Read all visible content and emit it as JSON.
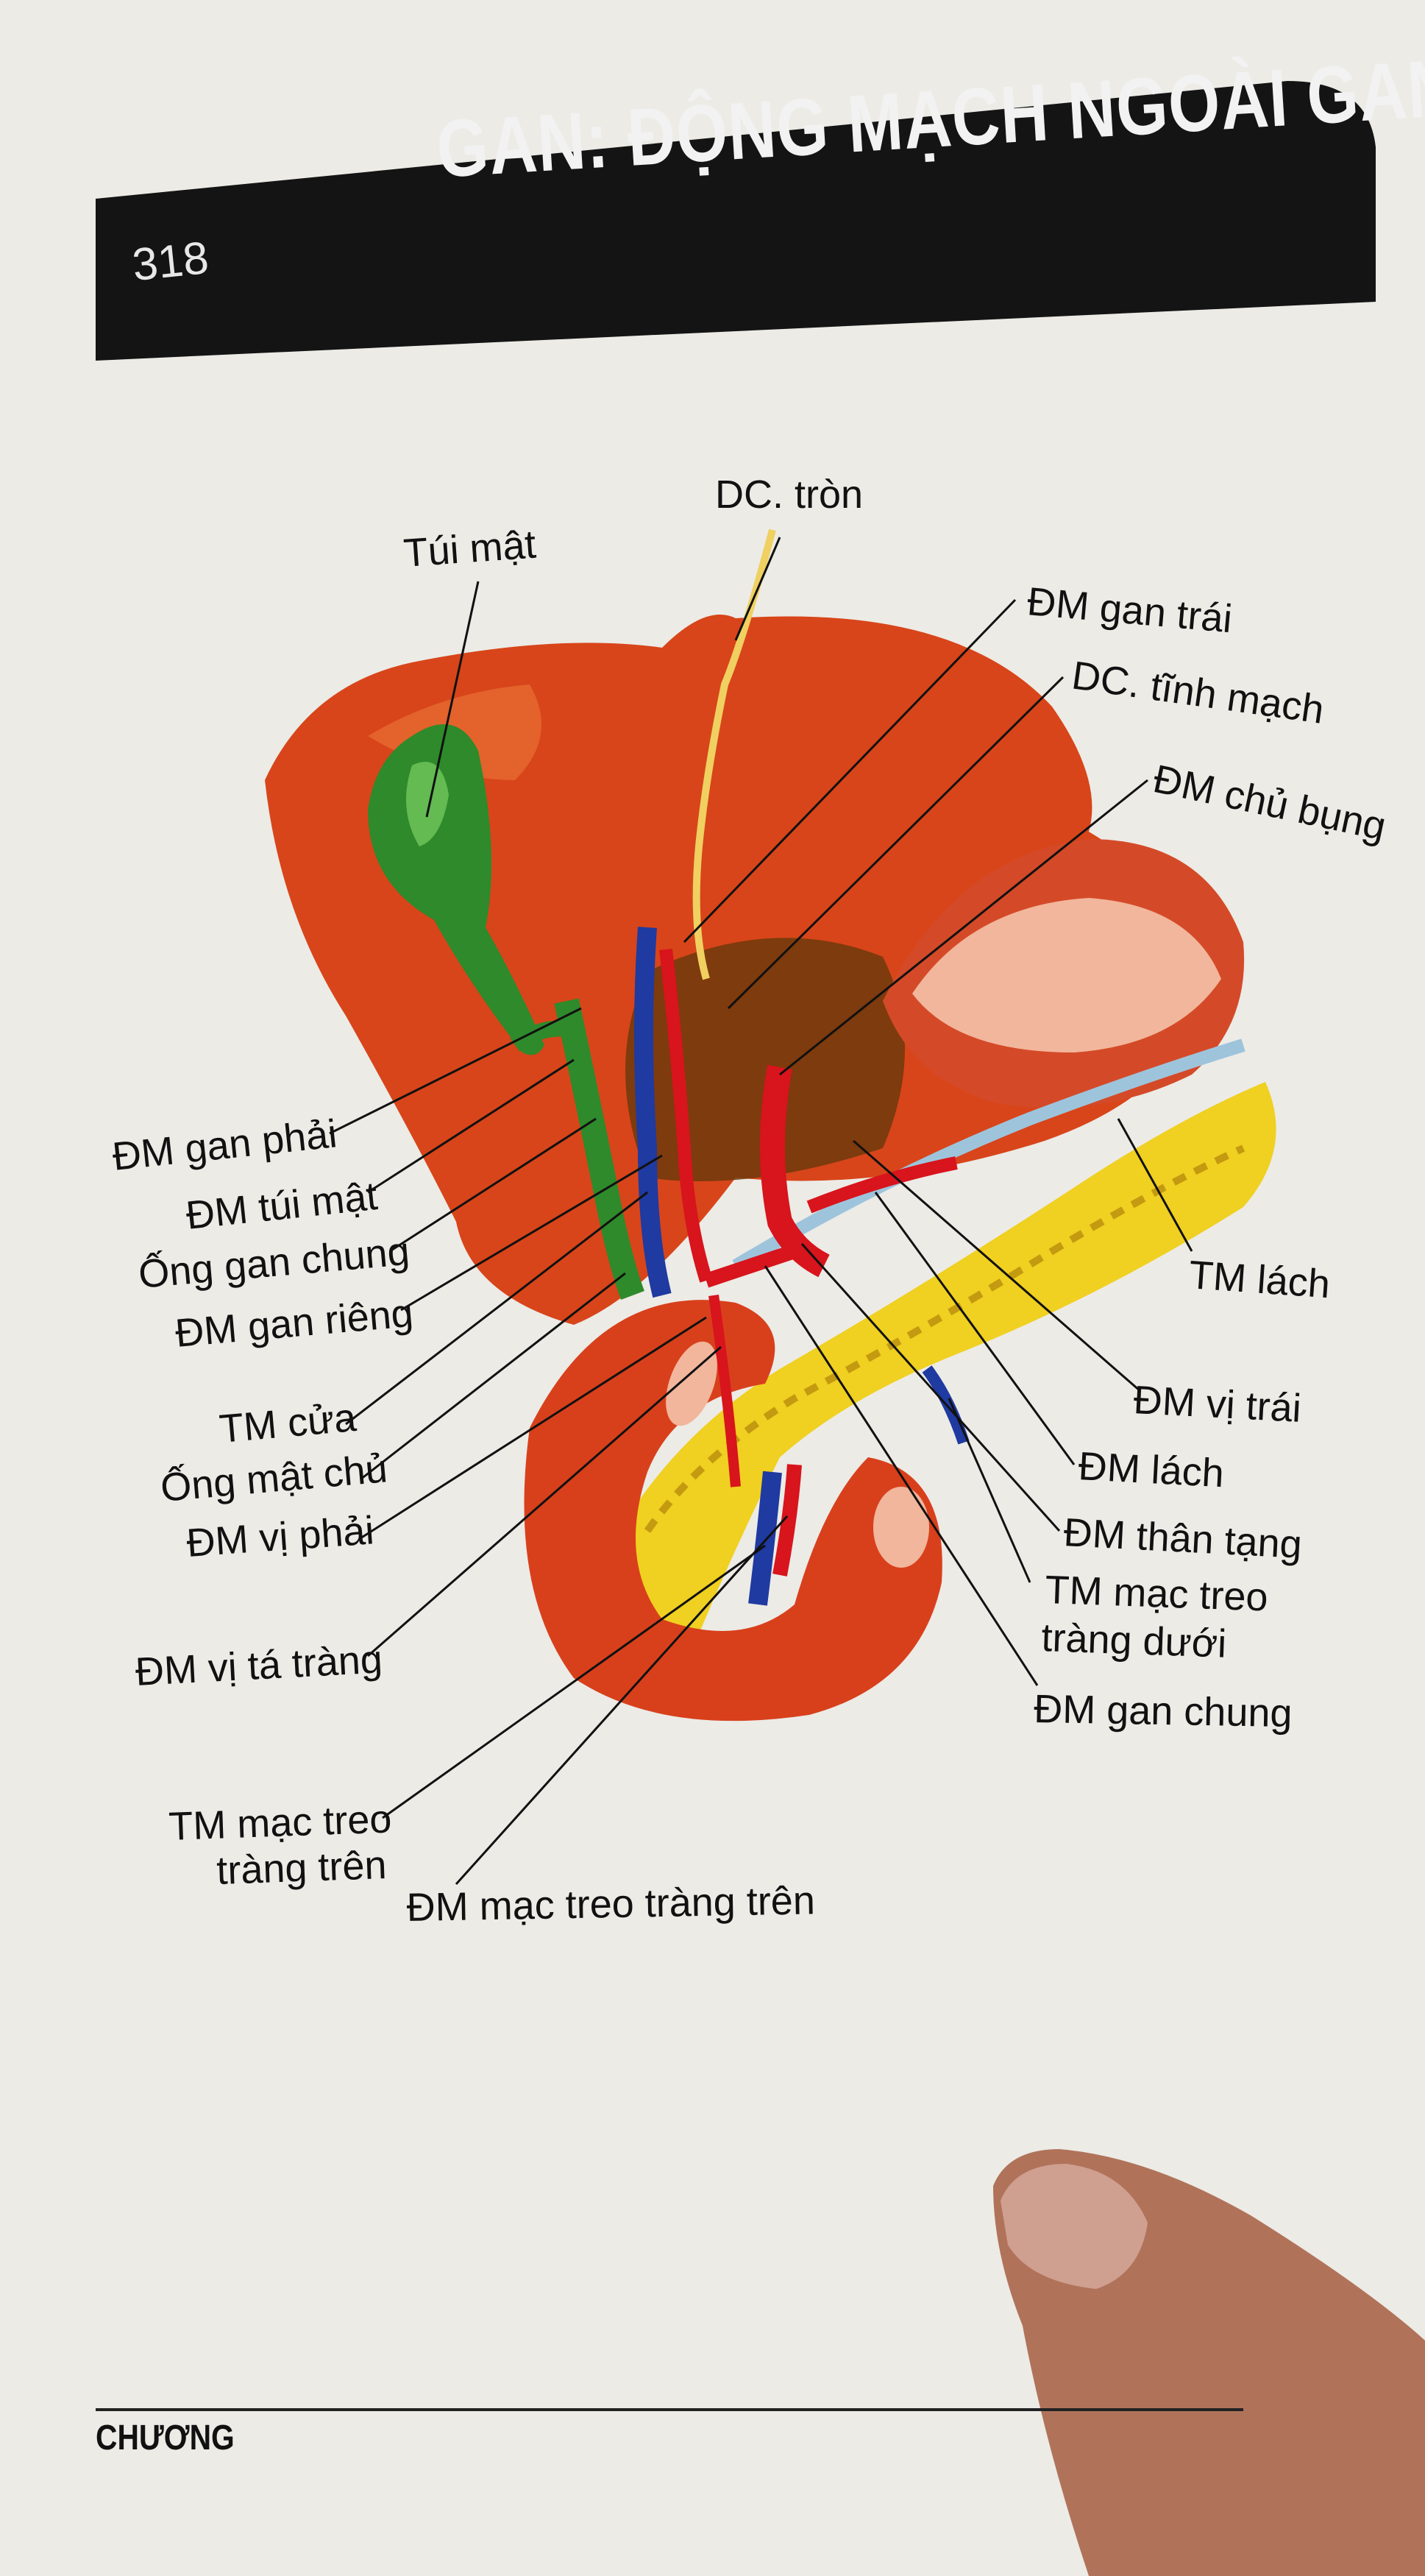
{
  "header": {
    "page_number": "318",
    "title": "GAN: ĐỘNG MẠCH NGOÀI GAN"
  },
  "labels": {
    "dc_tron": "DC. tròn",
    "tui_mat": "Túi mật",
    "dm_gan_trai": "ĐM gan trái",
    "dc_tinh_mach": "DC. tĩnh mạch",
    "dm_chu_bung": "ĐM chủ bụng",
    "dm_gan_phai": "ĐM gan phải",
    "dm_tui_mat": "ĐM túi mật",
    "ong_gan_chung": "Ống gan chung",
    "dm_gan_rieng": "ĐM gan riêng",
    "tm_lach": "TM lách",
    "tm_cua": "TM cửa",
    "ong_mat_chu": "Ống mật chủ",
    "dm_vi_phai": "ĐM vị phải",
    "dm_vi_trai": "ĐM vị trái",
    "dm_lach": "ĐM lách",
    "dm_than_tang": "ĐM thân tạng",
    "tm_mac_treo_trang_duoi_1": "TM mạc treo",
    "tm_mac_treo_trang_duoi_2": "tràng dưới",
    "dm_vi_ta_trang": "ĐM vị tá tràng",
    "dm_gan_chung": "ĐM gan chung",
    "tm_mac_treo_trang_tren_1": "TM mạc treo",
    "tm_mac_treo_trang_tren_2": "tràng trên",
    "dm_mac_treo_trang_tren": "ĐM mạc treo tràng trên"
  },
  "footer": {
    "chapter": "CHƯƠNG"
  },
  "colors": {
    "header_band": "#141414",
    "liver": "#d8451a",
    "gallbladder": "#2e8a2a",
    "artery": "#d8141c",
    "vein": "#1f3aa0",
    "pancreas": "#f0d020"
  }
}
